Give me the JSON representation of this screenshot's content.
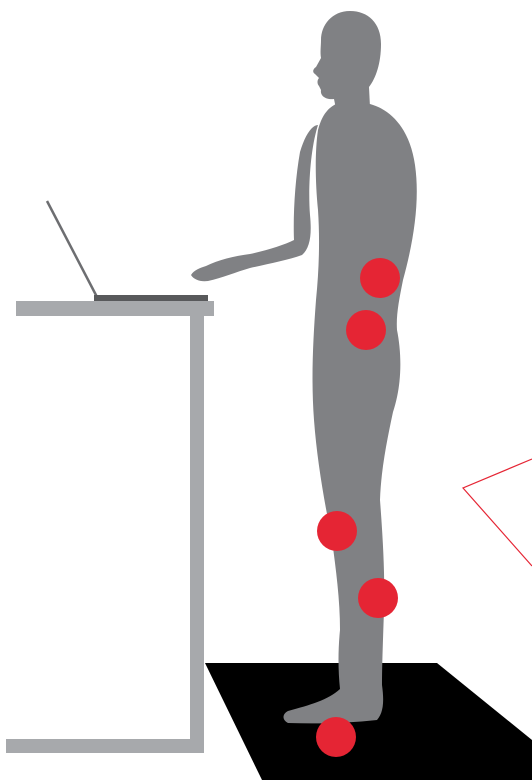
{
  "illustration": {
    "colors": {
      "background": "#ffffff",
      "figure": "#808184",
      "desk": "#a7a9ac",
      "laptop_screen": "#6d6e71",
      "laptop_base": "#58595b",
      "floor_mat": "#000000",
      "pain_point": "#e52534",
      "callout_outline": "#e52534"
    },
    "pain_points": [
      {
        "id": "lower-back",
        "label": ""
      },
      {
        "id": "hip",
        "label": ""
      },
      {
        "id": "knee",
        "label": ""
      },
      {
        "id": "shin",
        "label": ""
      },
      {
        "id": "heel",
        "label": ""
      }
    ],
    "callout": {
      "text": ""
    }
  }
}
